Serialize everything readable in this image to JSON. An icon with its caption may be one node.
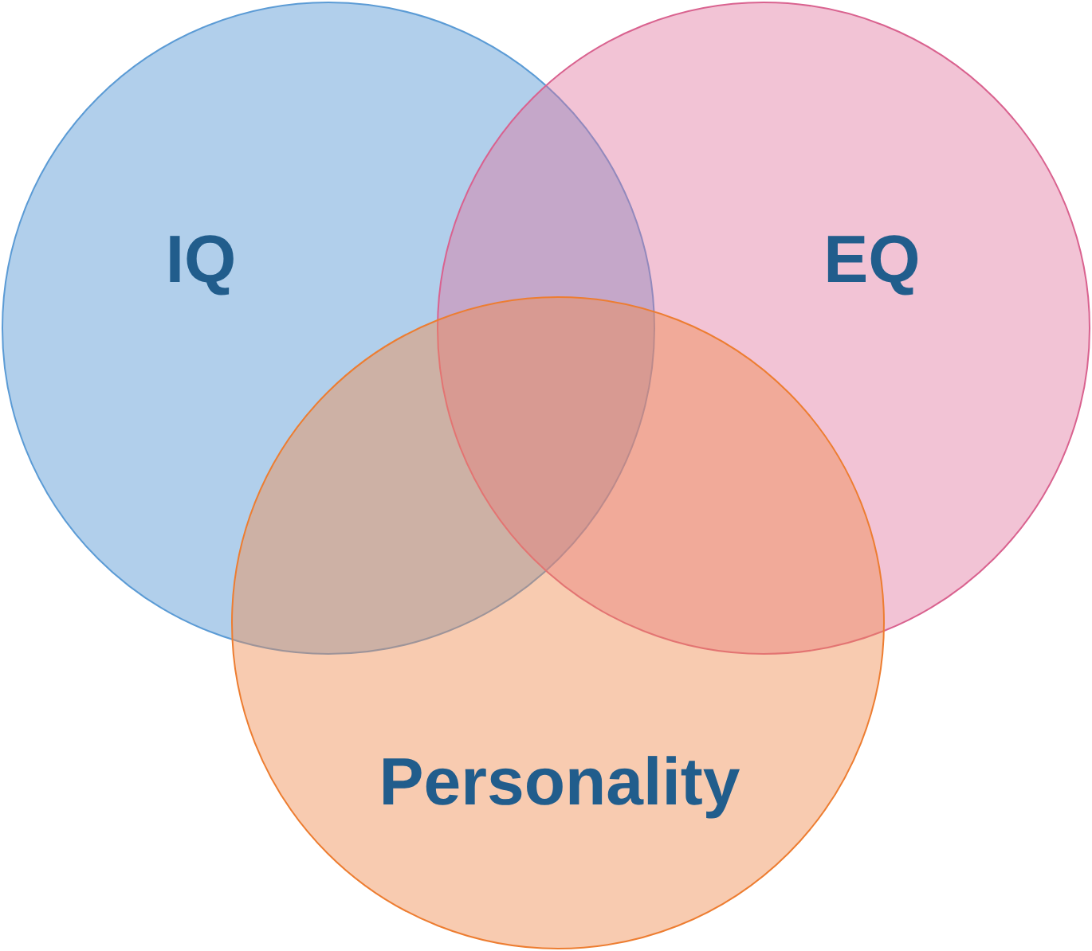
{
  "diagram": {
    "nodes": [
      {
        "text": [
          "IQ"
        ]
      },
      {
        "text": [
          "EQ"
        ]
      },
      {
        "text": [
          "Personality"
        ]
      }
    ]
  }
}
